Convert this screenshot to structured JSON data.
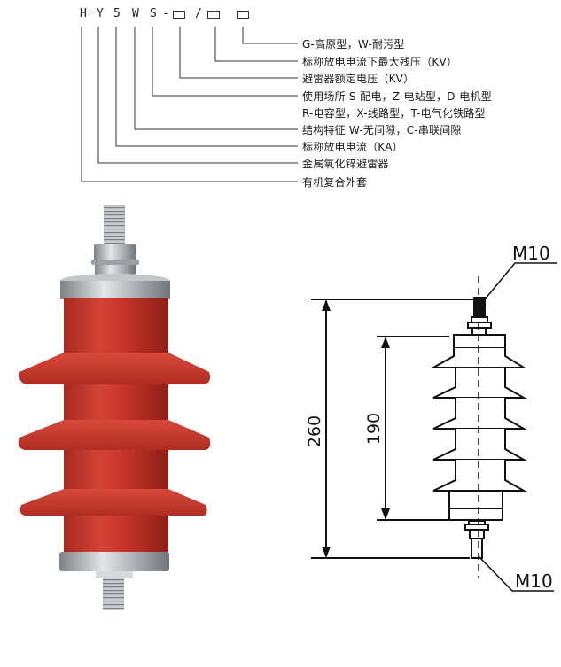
{
  "code": {
    "chars": [
      "H",
      "Y",
      "5",
      "W",
      "S",
      "-",
      "/"
    ],
    "boxes": 3
  },
  "legend": [
    {
      "text": "G-高原型，W-耐污型"
    },
    {
      "text": "标称放电电流下最大残压（KV）"
    },
    {
      "text": "避雷器额定电压（KV）"
    },
    {
      "text": "使用场所 S-配电，Z-电站型，D-电机型"
    },
    {
      "text": " R-电容型，X-线路型，T-电气化铁路型"
    },
    {
      "text": "结构特征 W-无间隙，C-串联间隙"
    },
    {
      "text": "标称放电电流（KA）"
    },
    {
      "text": "金属氧化锌避雷器"
    },
    {
      "text": "有机复合外套"
    }
  ],
  "drawing": {
    "top_thread_label": "M10",
    "bottom_thread_label": "M10",
    "overall_height": "260",
    "insulator_height": "190"
  },
  "colors": {
    "housing_red": "#c8352b",
    "housing_shadow": "#9e2119",
    "metal": "#b8bcc0",
    "line": "#111111"
  }
}
